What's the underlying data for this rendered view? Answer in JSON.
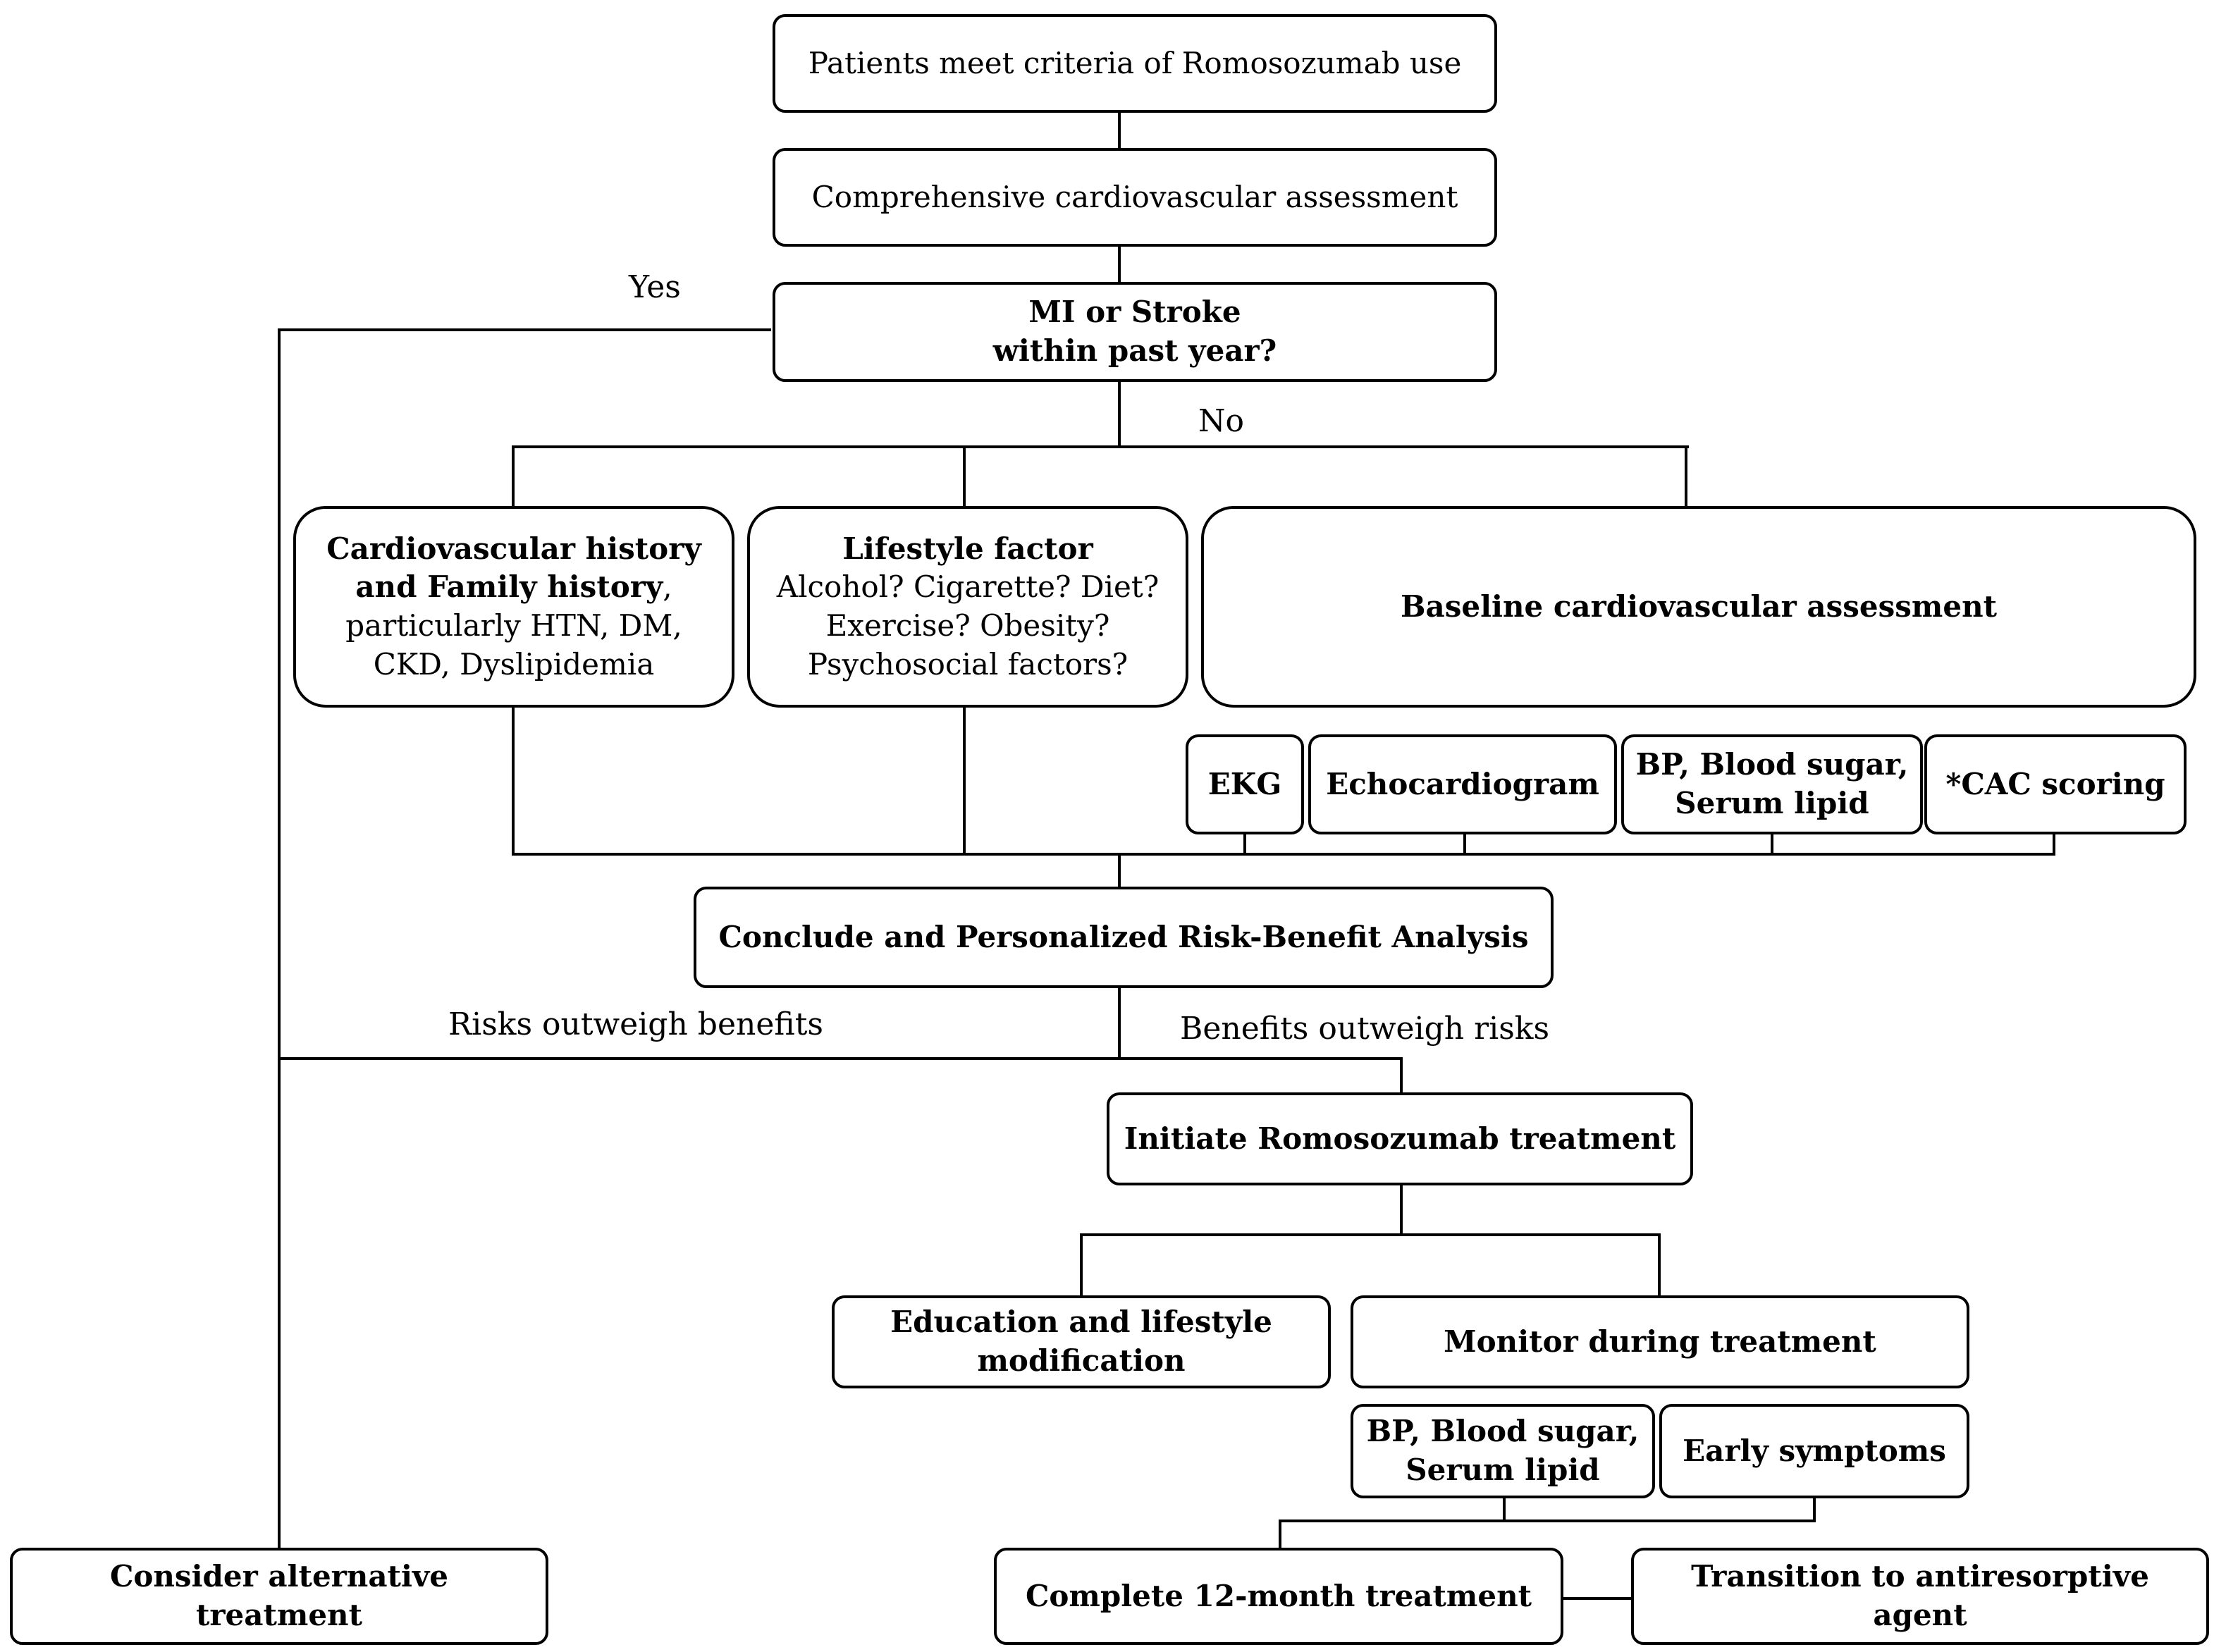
{
  "nodes": {
    "criteria": "Patients meet criteria of Romosozumab use",
    "comprehensive": "Comprehensive cardiovascular assessment",
    "mi_stroke": {
      "line1": "MI or Stroke",
      "line2": "within past year?"
    },
    "cv_history": {
      "bold_line1": "Cardiovascular history",
      "bold_line2": "and Family history",
      "comma": ",",
      "line3": "particularly HTN, DM,",
      "line4": "CKD, Dyslipidemia"
    },
    "lifestyle": {
      "title": "Lifestyle factor",
      "line2": "Alcohol? Cigarette? Diet?",
      "line3": "Exercise? Obesity?",
      "line4": "Psychosocial factors?"
    },
    "baseline": "Baseline cardiovascular assessment",
    "ekg": "EKG",
    "echo": "Echocardiogram",
    "bp_baseline": {
      "line1": "BP, Blood sugar,",
      "line2": "Serum lipid"
    },
    "cac": "*CAC scoring",
    "risk_benefit": "Conclude and Personalized Risk-Benefit Analysis",
    "initiate": "Initiate Romosozumab treatment",
    "education": {
      "line1": "Education and lifestyle",
      "line2": "modification"
    },
    "monitor": "Monitor during treatment",
    "bp_monitor": {
      "line1": "BP, Blood sugar,",
      "line2": "Serum lipid"
    },
    "early_symptoms": "Early symptoms",
    "alternative": "Consider alternative treatment",
    "complete": "Complete 12-month treatment",
    "transition": "Transition to antiresorptive agent"
  },
  "labels": {
    "yes": "Yes",
    "no": "No",
    "risks": "Risks outweigh benefits",
    "benefits": "Benefits outweigh risks"
  }
}
